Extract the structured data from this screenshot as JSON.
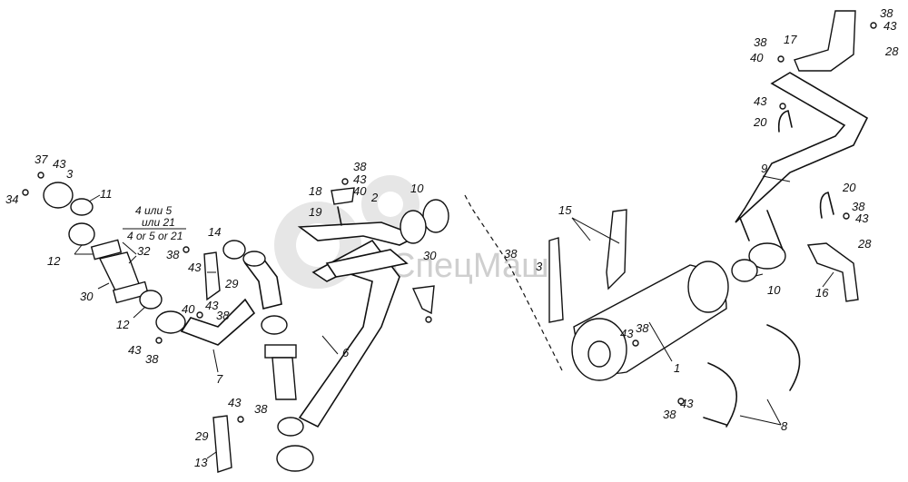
{
  "watermark": "СпецМаш",
  "labels": {
    "p1": "1",
    "p2": "2",
    "p3": "3",
    "p3b": "3",
    "p6": "6",
    "p7": "7",
    "p8": "8",
    "p9": "9",
    "p10a": "10",
    "p10b": "10",
    "p11": "11",
    "p12a": "12",
    "p12b": "12",
    "p13": "13",
    "p14": "14",
    "p15": "15",
    "p16": "16",
    "p17": "17",
    "p18": "18",
    "p19": "19",
    "p20a": "20",
    "p20b": "20",
    "p28a": "28",
    "p28b": "28",
    "p29a": "29",
    "p29b": "29",
    "p30a": "30",
    "p30b": "30",
    "p32": "32",
    "p34": "34",
    "p37": "37",
    "p38a": "38",
    "p38b": "38",
    "p38c": "38",
    "p38d": "38",
    "p38e": "38",
    "p38f": "38",
    "p38g": "38",
    "p38h": "38",
    "p38i": "38",
    "p38j": "38",
    "p38k": "38",
    "p40a": "40",
    "p40b": "40",
    "p40c": "40",
    "p43a": "43",
    "p43b": "43",
    "p43c": "43",
    "p43d": "43",
    "p43e": "43",
    "p43f": "43",
    "p43g": "43",
    "p43h": "43",
    "p43i": "43",
    "p43j": "43",
    "p43k": "43"
  },
  "variants": {
    "line1": "4 или 5",
    "line2": "или 21",
    "line3": "4 or 5 or 21"
  }
}
